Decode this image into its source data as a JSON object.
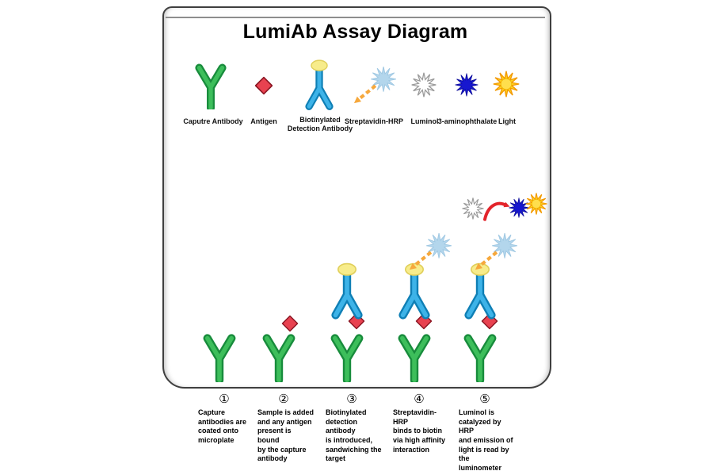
{
  "title": "LumiAb Assay Diagram",
  "legend": {
    "items": [
      {
        "label": "Caputre Antibody"
      },
      {
        "label": "Antigen"
      },
      {
        "label": "Biotinylated\nDetection Antibody"
      },
      {
        "label": "Streptavidin-HRP"
      },
      {
        "label": "Luminol"
      },
      {
        "label": "3-aminophthalate"
      },
      {
        "label": "Light"
      }
    ]
  },
  "steps": [
    {
      "number": "①",
      "text": "Capture\nantibodies are\ncoated onto\nmicroplate"
    },
    {
      "number": "②",
      "text": "Sample is added\nand any antigen\npresent is bound\nby the capture\nantibody"
    },
    {
      "number": "③",
      "text": "Biotinylated\ndetection antibody\nis introduced,\nsandwiching the\ntarget"
    },
    {
      "number": "④",
      "text": "Streptavidin-HRP\nbinds to biotin\nvia high affinity\ninteraction"
    },
    {
      "number": "⑤",
      "text": "Luminol is\ncatalyzed by HRP\nand emission of\nlight is read by the\nluminometer"
    }
  ],
  "colors": {
    "capture_antibody_green": "#2fb457",
    "detection_antibody_blue": "#2aa9e0",
    "biotin_cap_yellow": "#f7ec8b",
    "antigen_red": "#e84250",
    "streptavidin_pale_blue": "#b3d6ec",
    "arrow_orange": "#f6a83c",
    "luminol_outline_gray": "#9a9a9a",
    "aminophthalate_blue": "#1717cf",
    "light_yellow": "#ffd21f",
    "catalysis_arrow_red": "#e3242b"
  }
}
